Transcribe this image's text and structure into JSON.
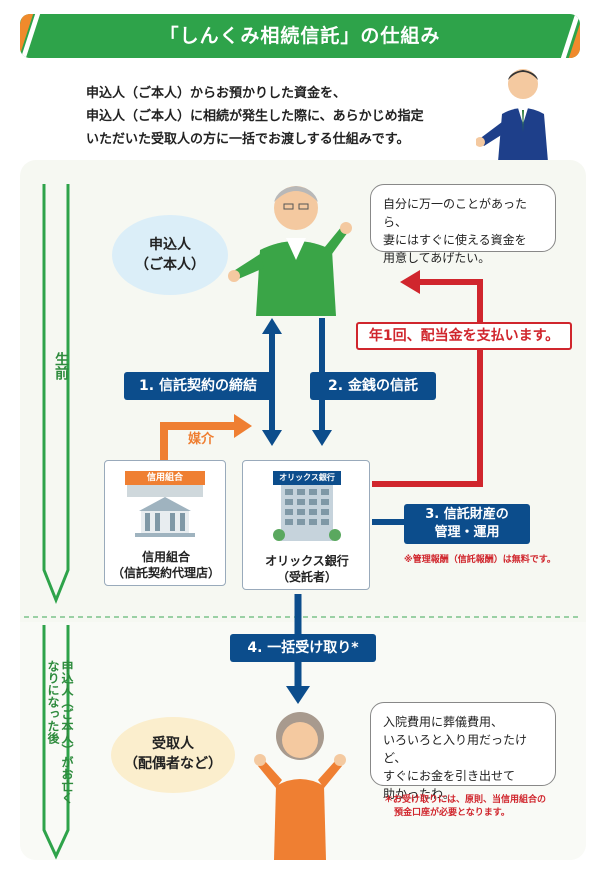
{
  "title": "「しんくみ相続信託」の仕組み",
  "intro": [
    "申込人（ご本人）からお預かりした資金を、",
    "申込人（ご本人）に相続が発生した際に、あらかじめ指定",
    "いただいた受取人の方に一括でお渡しする仕組みです。"
  ],
  "phases": {
    "before": "生前",
    "after": "申込人（ご本人）がお亡くなりになった後"
  },
  "applicant": {
    "label_line1": "申込人",
    "label_line2": "（ご本人）",
    "speech": [
      "自分に万一のことがあったら、",
      "妻にはすぐに使える資金を",
      "用意してあげたい。"
    ]
  },
  "steps": {
    "step1": "1. 信託契約の締結",
    "step2": "2. 金銭の信託",
    "step3_line1": "3. 信託財産の",
    "step3_line2": "管理・運用",
    "step4": "4. 一括受け取り*",
    "dividend": "年1回、配当金を支払います。",
    "mediation": "媒介"
  },
  "credit_union": {
    "sign": "信用組合",
    "label_line1": "信用組合",
    "label_line2": "（信託契約代理店）"
  },
  "bank": {
    "sign": "オリックス銀行",
    "label_line1": "オリックス銀行",
    "label_line2": "（受託者）"
  },
  "fee_note": "※管理報酬（信託報酬）は無料です。",
  "recipient": {
    "label_line1": "受取人",
    "label_line2": "（配偶者など）",
    "speech": [
      "入院費用に葬儀費用、",
      "いろいろと入り用だったけど、",
      "すぐにお金を引き出せて",
      "助かったわ。"
    ]
  },
  "receipt_note": [
    "＊お受け取りには、原則、当信用組合の",
    "預金口座が必要となります。"
  ],
  "colors": {
    "green": "#2ea34a",
    "navy": "#0c4d8c",
    "red": "#d0262d",
    "orange": "#ef7f32"
  }
}
